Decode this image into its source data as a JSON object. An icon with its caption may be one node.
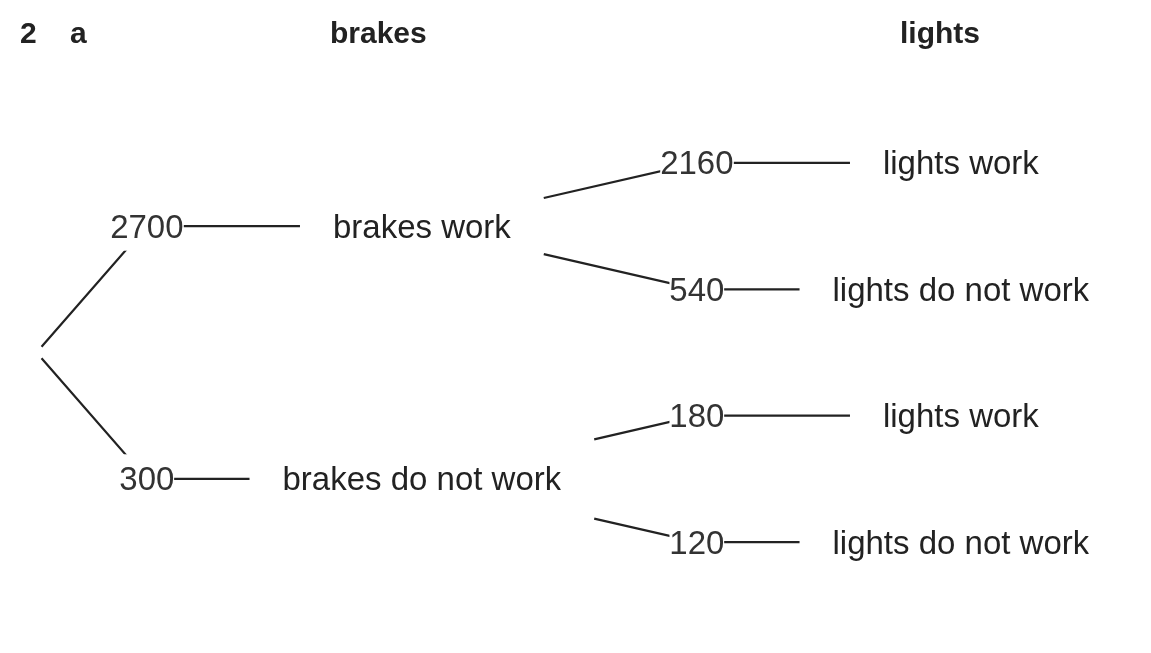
{
  "diagram": {
    "nodes": [
      {
        "text": [
          "brakes work"
        ]
      },
      {
        "text": [
          "brakes do not work"
        ]
      },
      {
        "text": [
          "lights work"
        ]
      },
      {
        "text": [
          "lights do not work"
        ]
      },
      {
        "text": [
          "lights work"
        ]
      },
      {
        "text": [
          "lights do not work"
        ]
      }
    ],
    "edges": [
      {
        "from": null,
        "to": 0,
        "arrow": "none",
        "label": "2700"
      },
      {
        "from": null,
        "to": 1,
        "arrow": "none",
        "label": "300"
      },
      {
        "from": 0,
        "to": 2,
        "arrow": "none",
        "label": "2160"
      },
      {
        "from": 0,
        "to": 3,
        "arrow": "none",
        "label": "540"
      },
      {
        "from": 1,
        "to": 4,
        "arrow": "none",
        "label": "180"
      },
      {
        "from": 1,
        "to": 5,
        "arrow": "none",
        "label": "120"
      }
    ],
    "labels": [
      "2",
      "a",
      "brakes",
      "lights"
    ]
  }
}
